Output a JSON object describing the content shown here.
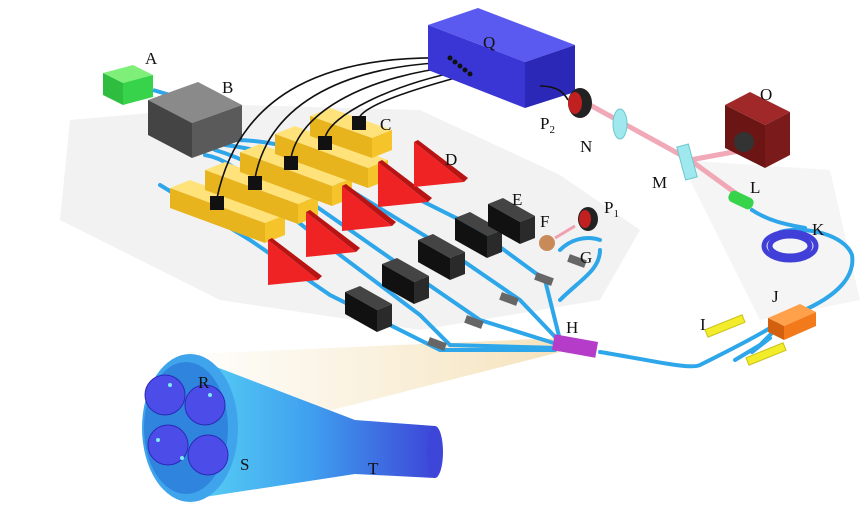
{
  "diagram": {
    "labels": {
      "A": "A",
      "B": "B",
      "C": "C",
      "D": "D",
      "E": "E",
      "F": "F",
      "G": "G",
      "H": "H",
      "I": "I",
      "J": "J",
      "K": "K",
      "L": "L",
      "M": "M",
      "N": "N",
      "O": "O",
      "P1_main": "P",
      "P1_sub": "1",
      "P2_main": "P",
      "P2_sub": "2",
      "Q": "Q",
      "R": "R",
      "S": "S",
      "T": "T"
    },
    "colors": {
      "fiber": "#2ea6ea",
      "laser_box": "#37d34a",
      "controller": "#555555",
      "modulator": "#f5c42a",
      "prism": "#ef2323",
      "detector_block": "#1c1c1c",
      "source_box": "#3a36d6",
      "laser_o": "#7a1a1a",
      "mirror": "#9ee8ee",
      "beam": "#f0a0b0",
      "combiner": "#b43cc8",
      "coupler": "#f27a1a",
      "pads": "#f2ec2a",
      "fiber_core": "#4c4de8",
      "taper": "#49c8ef"
    }
  }
}
